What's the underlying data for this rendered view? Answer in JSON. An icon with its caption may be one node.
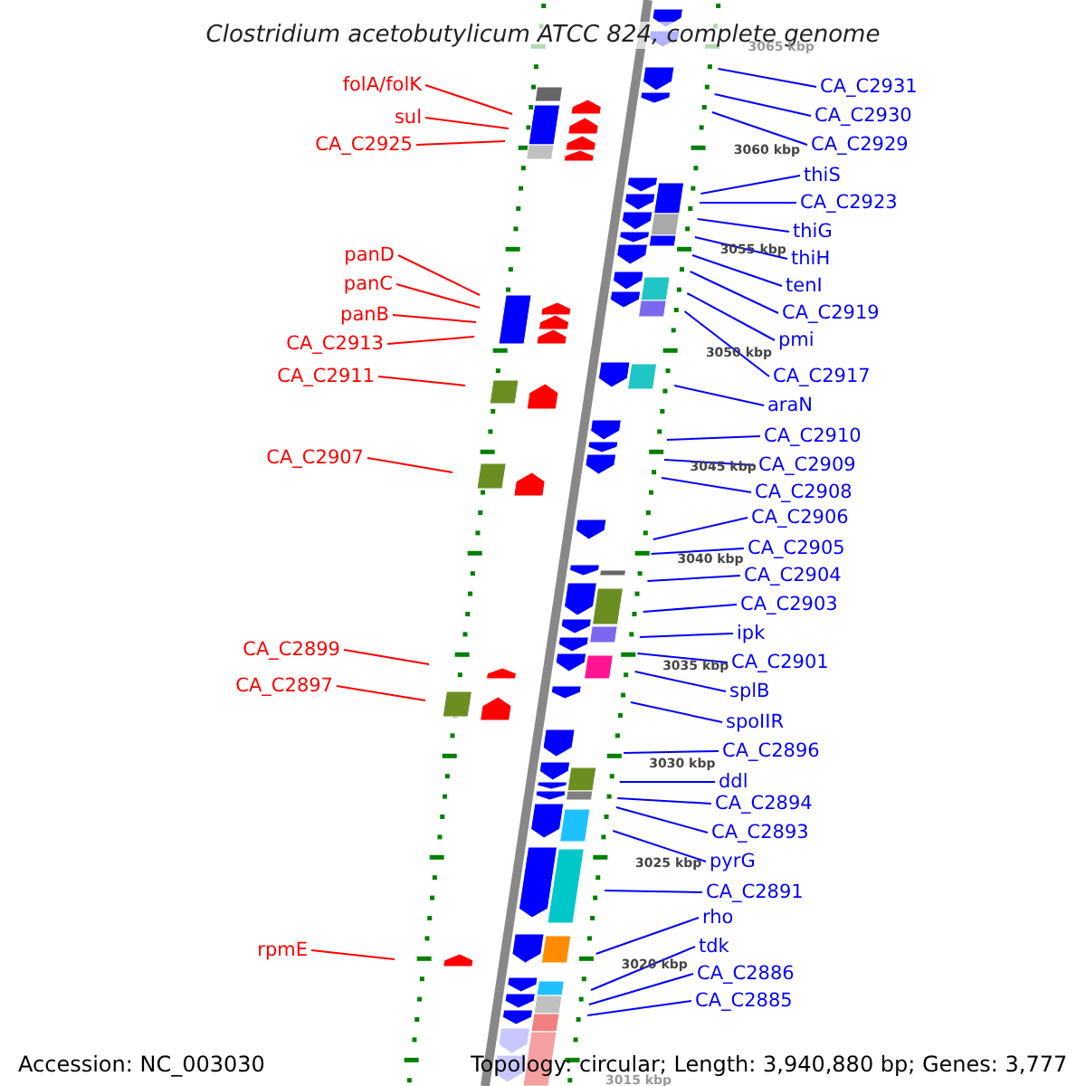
{
  "diagram": {
    "title": "Clostridium acetobutylicum ATCC 824, complete genome",
    "nodes": [
      {
        "text": [
          "folA/folK"
        ]
      },
      {
        "text": [
          "sul"
        ]
      },
      {
        "text": [
          "CA_C2925"
        ]
      },
      {
        "text": [
          "panD"
        ]
      },
      {
        "text": [
          "panC"
        ]
      },
      {
        "text": [
          "panB"
        ]
      },
      {
        "text": [
          "CA_C2913"
        ]
      },
      {
        "text": [
          "CA_C2911"
        ]
      },
      {
        "text": [
          "CA_C2907"
        ]
      },
      {
        "text": [
          "CA_C2899"
        ]
      },
      {
        "text": [
          "CA_C2897"
        ]
      },
      {
        "text": [
          "rpmE"
        ]
      },
      {
        "text": [
          "CA_C2931"
        ]
      },
      {
        "text": [
          "CA_C2930"
        ]
      },
      {
        "text": [
          "CA_C2929"
        ]
      },
      {
        "text": [
          "thiS"
        ]
      },
      {
        "text": [
          "CA_C2923"
        ]
      },
      {
        "text": [
          "thiG"
        ]
      },
      {
        "text": [
          "thiH"
        ]
      },
      {
        "text": [
          "tenI"
        ]
      },
      {
        "text": [
          "CA_C2919"
        ]
      },
      {
        "text": [
          "pmi"
        ]
      },
      {
        "text": [
          "CA_C2917"
        ]
      },
      {
        "text": [
          "araN"
        ]
      },
      {
        "text": [
          "CA_C2910"
        ]
      },
      {
        "text": [
          "CA_C2909"
        ]
      },
      {
        "text": [
          "CA_C2908"
        ]
      },
      {
        "text": [
          "CA_C2906"
        ]
      },
      {
        "text": [
          "CA_C2905"
        ]
      },
      {
        "text": [
          "CA_C2904"
        ]
      },
      {
        "text": [
          "CA_C2903"
        ]
      },
      {
        "text": [
          "ipk"
        ]
      },
      {
        "text": [
          "CA_C2901"
        ]
      },
      {
        "text": [
          "splB"
        ]
      },
      {
        "text": [
          "spoIIR"
        ]
      },
      {
        "text": [
          "CA_C2896"
        ]
      },
      {
        "text": [
          "ddl"
        ]
      },
      {
        "text": [
          "CA_C2894"
        ]
      },
      {
        "text": [
          "CA_C2893"
        ]
      },
      {
        "text": [
          "pyrG"
        ]
      },
      {
        "text": [
          "CA_C2891"
        ]
      },
      {
        "text": [
          "rho"
        ]
      },
      {
        "text": [
          "tdk"
        ]
      },
      {
        "text": [
          "CA_C2886"
        ]
      },
      {
        "text": [
          "CA_C2885"
        ]
      }
    ],
    "edges": [
      {
        "from": 0,
        "to": null,
        "arrow": "none",
        "color": "#ff0000"
      },
      {
        "from": 1,
        "to": null,
        "arrow": "none",
        "color": "#ff0000"
      },
      {
        "from": 2,
        "to": null,
        "arrow": "none",
        "color": "#ff0000"
      },
      {
        "from": 3,
        "to": null,
        "arrow": "none",
        "color": "#ff0000"
      },
      {
        "from": 4,
        "to": null,
        "arrow": "none",
        "color": "#ff0000"
      },
      {
        "from": 5,
        "to": null,
        "arrow": "none",
        "color": "#ff0000"
      },
      {
        "from": 6,
        "to": null,
        "arrow": "none",
        "color": "#ff0000"
      },
      {
        "from": 7,
        "to": null,
        "arrow": "none",
        "color": "#ff0000"
      },
      {
        "from": 8,
        "to": null,
        "arrow": "none",
        "color": "#ff0000"
      },
      {
        "from": 9,
        "to": null,
        "arrow": "none",
        "color": "#ff0000"
      },
      {
        "from": 10,
        "to": null,
        "arrow": "none",
        "color": "#ff0000"
      },
      {
        "from": 11,
        "to": null,
        "arrow": "none",
        "color": "#ff0000"
      },
      {
        "from": 12,
        "to": null,
        "arrow": "none"
      },
      {
        "from": 13,
        "to": null,
        "arrow": "none"
      },
      {
        "from": 14,
        "to": null,
        "arrow": "none"
      },
      {
        "from": 15,
        "to": null,
        "arrow": "none"
      },
      {
        "from": 16,
        "to": null,
        "arrow": "none"
      },
      {
        "from": 17,
        "to": null,
        "arrow": "none"
      },
      {
        "from": 18,
        "to": null,
        "arrow": "none"
      },
      {
        "from": 19,
        "to": null,
        "arrow": "none"
      },
      {
        "from": 20,
        "to": null,
        "arrow": "none"
      },
      {
        "from": 21,
        "to": null,
        "arrow": "none"
      },
      {
        "from": 22,
        "to": null,
        "arrow": "none"
      },
      {
        "from": 23,
        "to": null,
        "arrow": "none"
      },
      {
        "from": 24,
        "to": null,
        "arrow": "none"
      },
      {
        "from": 25,
        "to": null,
        "arrow": "none"
      },
      {
        "from": 26,
        "to": null,
        "arrow": "none"
      },
      {
        "from": 27,
        "to": null,
        "arrow": "none"
      },
      {
        "from": 28,
        "to": null,
        "arrow": "none"
      },
      {
        "from": 29,
        "to": null,
        "arrow": "none"
      },
      {
        "from": 30,
        "to": null,
        "arrow": "none"
      },
      {
        "from": 31,
        "to": null,
        "arrow": "none"
      },
      {
        "from": 32,
        "to": null,
        "arrow": "none"
      },
      {
        "from": 33,
        "to": null,
        "arrow": "none"
      },
      {
        "from": 34,
        "to": null,
        "arrow": "none"
      },
      {
        "from": 35,
        "to": null,
        "arrow": "none"
      },
      {
        "from": 36,
        "to": null,
        "arrow": "none"
      },
      {
        "from": 37,
        "to": null,
        "arrow": "none"
      },
      {
        "from": 38,
        "to": null,
        "arrow": "none"
      },
      {
        "from": 39,
        "to": null,
        "arrow": "none"
      },
      {
        "from": 40,
        "to": null,
        "arrow": "none"
      },
      {
        "from": 41,
        "to": null,
        "arrow": "none"
      },
      {
        "from": 42,
        "to": null,
        "arrow": "none"
      },
      {
        "from": 43,
        "to": null,
        "arrow": "none"
      },
      {
        "from": 44,
        "to": null,
        "arrow": "none"
      }
    ],
    "labels": [
      "3065 kbp",
      "3060 kbp",
      "3055 kbp",
      "3050 kbp",
      "3045 kbp",
      "3040 kbp",
      "3035 kbp",
      "3030 kbp",
      "3025 kbp",
      "3020 kbp",
      "3015 kbp",
      "Accession: NC_003030",
      "Topology: circular; Length: 3,940,880 bp; Genes: 3,777"
    ]
  }
}
